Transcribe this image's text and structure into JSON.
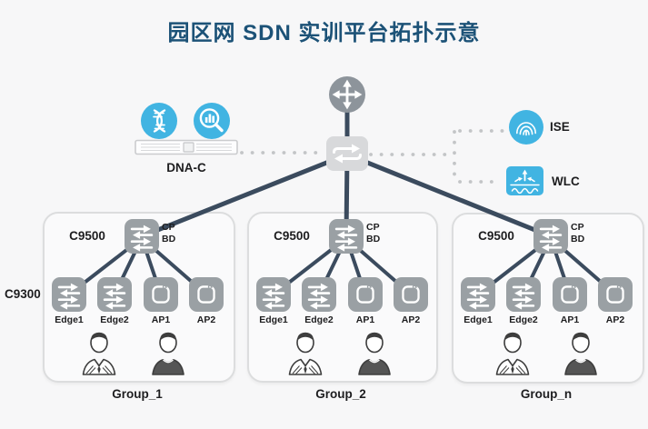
{
  "title": "园区网 SDN 实训平台拓扑示意",
  "core": {
    "router_icon": "router-icon",
    "fusion_switch_icon": "switch-icon"
  },
  "management": {
    "dnac": {
      "label": "DNA-C",
      "icons": [
        "dna-helix-icon",
        "chart-magnifier-icon"
      ],
      "appliance_icon": "server-appliance-icon"
    },
    "ise": {
      "label": "ISE",
      "icon": "fingerprint-icon"
    },
    "wlc": {
      "label": "WLC",
      "icon": "wireless-controller-icon"
    }
  },
  "access_layer_label": "C9300",
  "groups": [
    {
      "name": "Group_1",
      "core_switch": "C9500",
      "roles": {
        "cp": "CP",
        "bd": "BD"
      },
      "devices": [
        {
          "label": "Edge1",
          "icon": "switch-icon"
        },
        {
          "label": "Edge2",
          "icon": "switch-icon"
        },
        {
          "label": "AP1",
          "icon": "access-point-icon"
        },
        {
          "label": "AP2",
          "icon": "access-point-icon"
        }
      ],
      "users": [
        "person-suit-icon",
        "person-tshirt-icon"
      ]
    },
    {
      "name": "Group_2",
      "core_switch": "C9500",
      "roles": {
        "cp": "CP",
        "bd": "BD"
      },
      "devices": [
        {
          "label": "Edge1",
          "icon": "switch-icon"
        },
        {
          "label": "Edge2",
          "icon": "switch-icon"
        },
        {
          "label": "AP1",
          "icon": "access-point-icon"
        },
        {
          "label": "AP2",
          "icon": "access-point-icon"
        }
      ],
      "users": [
        "person-suit-icon",
        "person-tshirt-icon"
      ]
    },
    {
      "name": "Group_n",
      "core_switch": "C9500",
      "roles": {
        "cp": "CP",
        "bd": "BD"
      },
      "devices": [
        {
          "label": "Edge1",
          "icon": "switch-icon"
        },
        {
          "label": "Edge2",
          "icon": "switch-icon"
        },
        {
          "label": "AP1",
          "icon": "access-point-icon"
        },
        {
          "label": "AP2",
          "icon": "access-point-icon"
        }
      ],
      "users": [
        "person-suit-icon",
        "person-tshirt-icon"
      ]
    }
  ],
  "colors": {
    "accent_blue": "#41b4e2",
    "device_gray": "#9aa0a4",
    "core_switch_gray": "#d8d9db",
    "router_gray": "#8d949b",
    "line_dark": "#3b4b5e",
    "dotted_gray": "#c3c5c7",
    "title_blue": "#1c5277",
    "background": "#f7f7f8"
  }
}
